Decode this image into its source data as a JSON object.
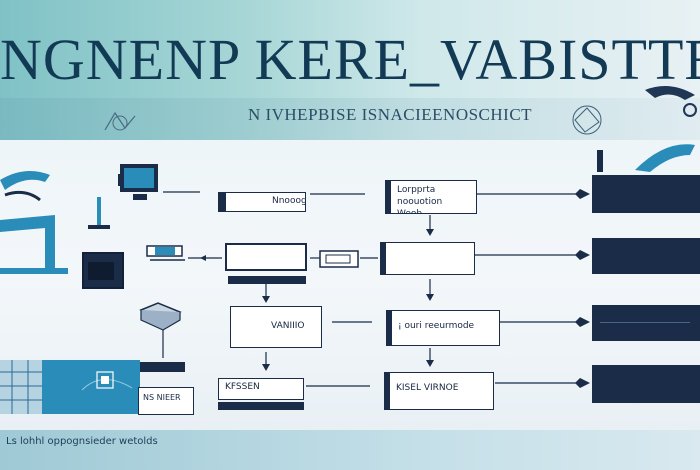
{
  "header": {
    "title": "NGNENP KERE_VABISTTEC",
    "subtitle": "N IVHEPBISE ISNACIEENOSCHICT"
  },
  "col1": {
    "b1": "Nnoooge",
    "b2": "",
    "b3": "VANIIIO",
    "b4": "KFSSEN"
  },
  "col2": {
    "b1": "Lorpprta noouotion Weob.",
    "b2": "",
    "b3": "¡ ouri reeurmode",
    "b4": "KISEL VIRNOE"
  },
  "left": {
    "tag1": "",
    "tag2": "NS NIEER"
  },
  "footer": {
    "text": "Ls lohhl oppognsieder wetolds"
  },
  "colors": {
    "navy": "#1a2c48",
    "teal": "#2a8cb8",
    "banner": "#7fc2c6"
  }
}
